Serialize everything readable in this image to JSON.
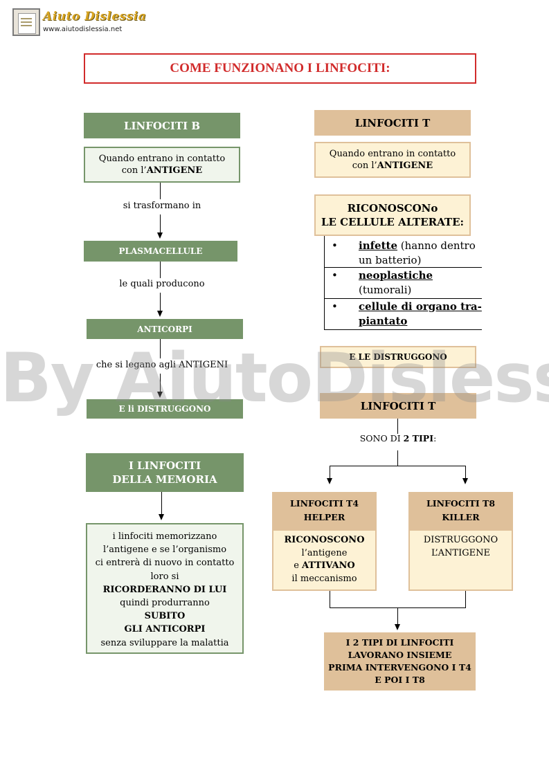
{
  "header": {
    "logo_title": "Aiuto Dislessia",
    "logo_url": "www.aiutodislessia.net"
  },
  "title": "COME FUNZIONANO I LINFOCITI:",
  "watermark": "By AiutoDislessia.net",
  "left": {
    "linfociti_b": "LINFOCITI B",
    "contact_1": "Quando entrano in contatto",
    "contact_2": "con l’",
    "contact_3": "ANTIGENE",
    "step1": "si trasformano in",
    "plasmacellule": "PLASMACELLULE",
    "step2": "le quali producono",
    "anticorpi": "ANTICORPI",
    "step3": "che si legano agli  ANTIGENI",
    "distruggono": "E li DISTRUGGONO",
    "memoria_1": "I LINFOCITI",
    "memoria_2": "DELLA MEMORIA",
    "mem_lines": [
      "i  linfociti  memorizzano",
      "l’antigene e  se l’organismo",
      "ci entrerà di nuovo in contatto",
      "loro si",
      "RICORDERANNO DI LUI",
      "quindi produrranno",
      "SUBITO",
      "GLI  ANTICORPI",
      "senza sviluppare la malattia"
    ]
  },
  "right": {
    "linfociti_t": "LINFOCITI T",
    "contact_1": "Quando entrano in contatto",
    "contact_2": "con l’",
    "contact_3": "ANTIGENE",
    "riconoscono_1": "RICONOSCONo",
    "riconoscono_2": "LE CELLULE ALTERATE:",
    "list": [
      {
        "bullet": "•",
        "bold": "infette",
        "rest_1": " (hanno dentro",
        "rest_2": "un batterio)"
      },
      {
        "bullet": "•",
        "bold": "neoplastiche",
        "rest_1": "",
        "rest_2": "(tumorali)"
      },
      {
        "bullet": "•",
        "bold": "cellule di organo tra-",
        "rest_1": "",
        "rest_2": "piantato"
      }
    ],
    "distruggono": "E  LE  DISTRUGGONO",
    "linfociti_t2": "LINFOCITI T",
    "tipi_1": "SONO DI ",
    "tipi_2": "2 TIPI",
    "tipi_3": ":",
    "t4_1": "LINFOCITI T4",
    "t4_2": "HELPER",
    "t4_body_1": "RICONOSCONO",
    "t4_body_2": "l’antigene",
    "t4_body_3": "e ",
    "t4_body_4": "ATTIVANO",
    "t4_body_5": "il meccanismo",
    "t8_1": "LINFOCITI T8",
    "t8_2": "KILLER",
    "t8_body_1": "DISTRUGGONO",
    "t8_body_2": "L’ANTIGENE",
    "insieme_1": "I 2 TIPI DI LINFOCITI",
    "insieme_2": "LAVORANO INSIEME",
    "insieme_3": "PRIMA INTERVENGONO I T4",
    "insieme_4": "E POI I T8"
  }
}
